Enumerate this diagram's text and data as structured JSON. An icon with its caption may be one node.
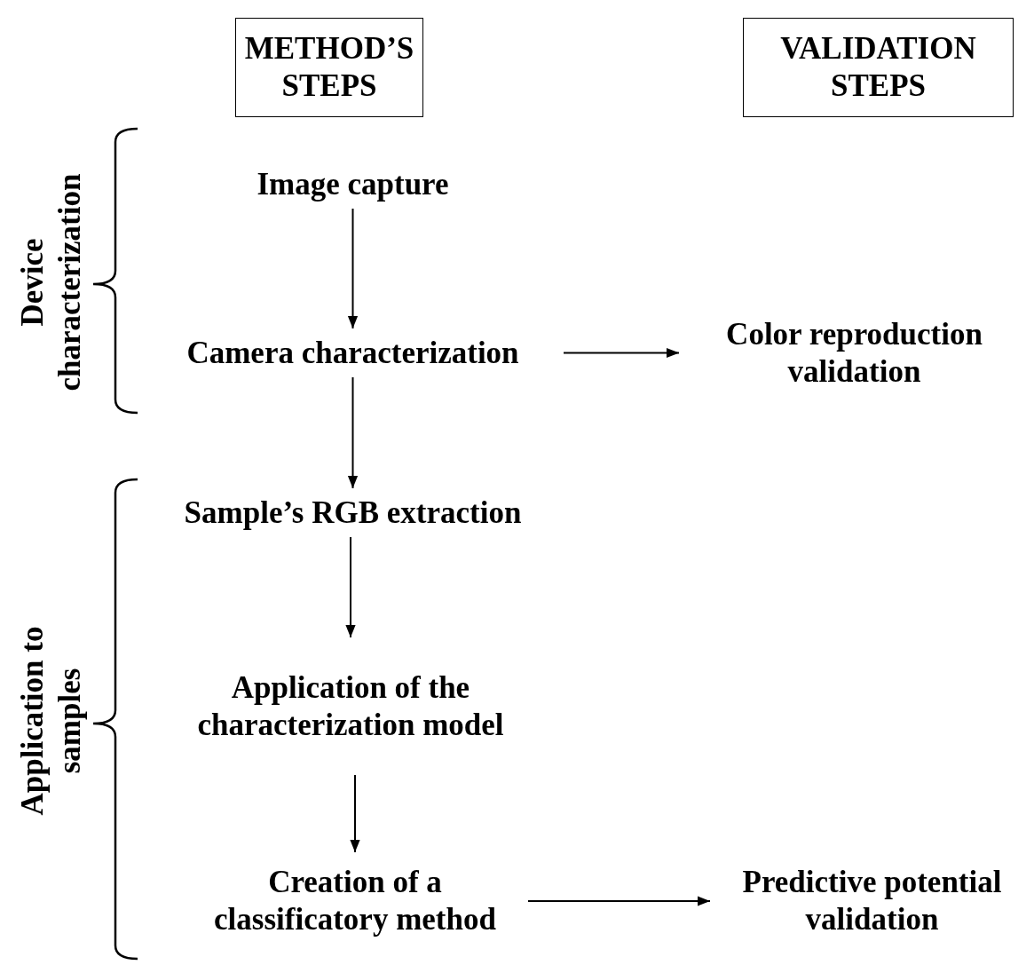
{
  "diagram": {
    "nodes": [
      {
        "text": [
          "METHOD’S STEPS"
        ]
      },
      {
        "text": [
          "VALIDATION STEPS"
        ]
      },
      {
        "text": [
          "Image capture"
        ]
      },
      {
        "text": [
          "Camera characterization"
        ]
      },
      {
        "text": [
          "Color reproduction validation"
        ]
      },
      {
        "text": [
          "Sample’s RGB extraction"
        ]
      },
      {
        "text": [
          "Application of the characterization model"
        ]
      },
      {
        "text": [
          "Creation of a classificatory method"
        ]
      },
      {
        "text": [
          "Predictive potential validation"
        ]
      }
    ],
    "edges": [
      {
        "from": 2,
        "to": 3,
        "arrow": "to"
      },
      {
        "from": 3,
        "to": 4,
        "arrow": "to"
      },
      {
        "from": 3,
        "to": 5,
        "arrow": "to"
      },
      {
        "from": 5,
        "to": 6,
        "arrow": "to"
      },
      {
        "from": 6,
        "to": 7,
        "arrow": "to"
      },
      {
        "from": 7,
        "to": 8,
        "arrow": "to"
      }
    ],
    "labels": [
      "Device characterization",
      "Application to samples"
    ]
  }
}
